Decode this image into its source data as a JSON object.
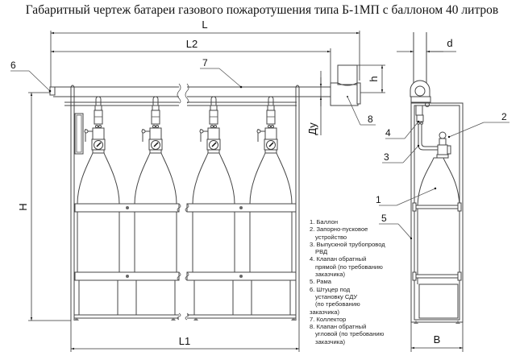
{
  "title": "Габаритный чертеж батареи газового пожаротушения типа Б-1МП с баллоном 40 литров",
  "dimensions": {
    "L": "L",
    "L2": "L2",
    "L1": "L1",
    "H": "H",
    "h": "h",
    "d": "d",
    "B": "B",
    "Du": "Ду"
  },
  "callouts": [
    "1",
    "2",
    "3",
    "4",
    "5",
    "6",
    "7",
    "8"
  ],
  "legend": [
    {
      "num": "1.",
      "lines": [
        "Баллон"
      ]
    },
    {
      "num": "2.",
      "lines": [
        "Запорно-пусковое",
        "устройство"
      ]
    },
    {
      "num": "3.",
      "lines": [
        "Выпускной трубопровод",
        "РВД"
      ]
    },
    {
      "num": "4.",
      "lines": [
        "Клапан обратный",
        "прямой (по требованию",
        "заказчика)"
      ]
    },
    {
      "num": "5.",
      "lines": [
        "Рама"
      ]
    },
    {
      "num": "6.",
      "lines": [
        "Штуцер под",
        "установку СДУ",
        "(по требованию"
      ],
      "tail": "заказчика)"
    },
    {
      "num": "7.",
      "lines": [
        "Коллектор"
      ]
    },
    {
      "num": "8.",
      "lines": [
        "Клапан обратный",
        "угловой (по требованию",
        "заказчика)"
      ]
    }
  ],
  "front_view": {
    "cylinder_count": 4
  },
  "colors": {
    "line": "#444444",
    "background": "#ffffff"
  }
}
